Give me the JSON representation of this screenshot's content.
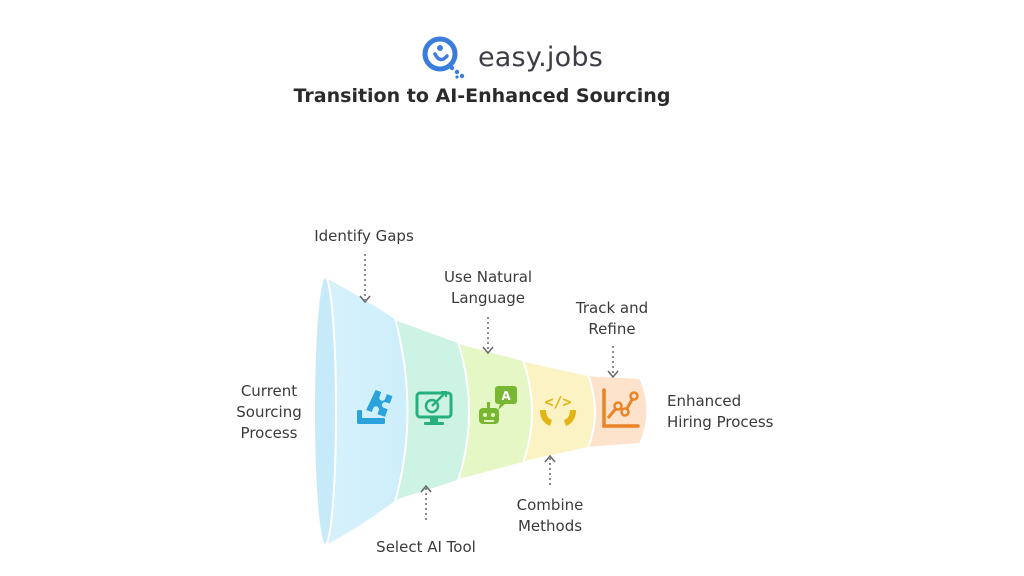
{
  "brand": {
    "name": "easy.jobs",
    "icon": "magnifier-person-icon",
    "accent": "#3b7ddd"
  },
  "title": "Transition to AI-Enhanced Sourcing",
  "funnel": {
    "start_label": [
      "Current",
      "Sourcing",
      "Process"
    ],
    "end_label": [
      "Enhanced",
      "Hiring Process"
    ],
    "stages": [
      {
        "icon": "puzzle-piece-icon",
        "color": "#d3effa",
        "icon_color": "#2aa2db"
      },
      {
        "icon": "monitor-target-icon",
        "color": "#cdf3e4",
        "icon_color": "#27b07e"
      },
      {
        "icon": "robot-chat-icon",
        "color": "#e6f7c6",
        "icon_color": "#79b732"
      },
      {
        "icon": "code-hands-icon",
        "color": "#fbf3c4",
        "icon_color": "#e2b415"
      },
      {
        "icon": "line-chart-icon",
        "color": "#fde2cc",
        "icon_color": "#e98526"
      }
    ],
    "top_labels": [
      [
        "Identify Gaps"
      ],
      [
        "Use Natural",
        "Language"
      ],
      [
        "Track and",
        "Refine"
      ]
    ],
    "bottom_labels": [
      [
        "Select AI Tool"
      ],
      [
        "Combine",
        "Methods"
      ]
    ]
  }
}
